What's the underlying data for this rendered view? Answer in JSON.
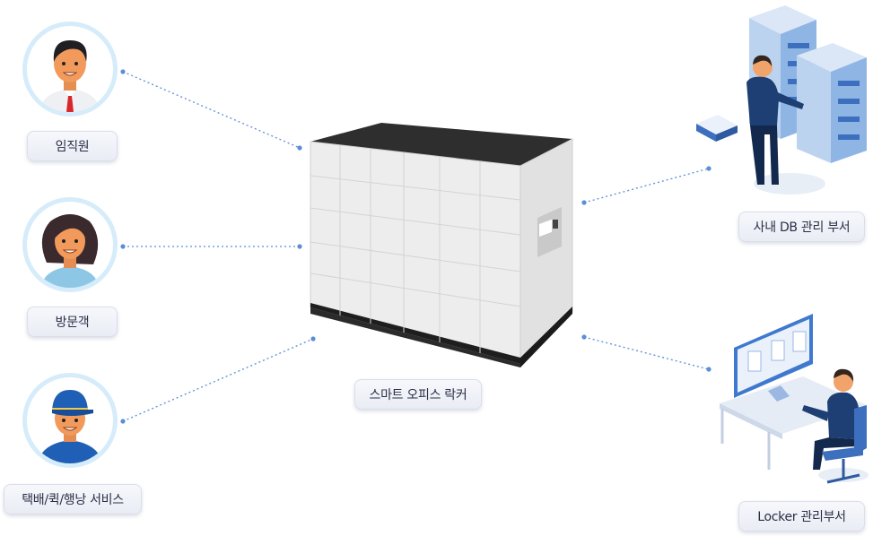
{
  "people": {
    "employee": {
      "label": "임직원",
      "icon": "employee-avatar-icon"
    },
    "visitor": {
      "label": "방문객",
      "icon": "visitor-avatar-icon"
    },
    "delivery": {
      "label": "택배/퀵/행낭 서비스",
      "icon": "delivery-worker-avatar-icon"
    }
  },
  "center": {
    "label": "스마트 오피스 락커",
    "icon": "smart-locker-icon"
  },
  "departments": {
    "db": {
      "label": "사내 DB 관리 부서",
      "icon": "server-admin-icon"
    },
    "locker_admin": {
      "label": "Locker 관리부서",
      "icon": "desk-operator-icon"
    }
  },
  "colors": {
    "connector": "#5b8ed6",
    "avatar_ring": "#d6ecfb",
    "label_bg": "#eef0f6",
    "locker_top": "#2b2b2b",
    "locker_body": "#ececec"
  }
}
